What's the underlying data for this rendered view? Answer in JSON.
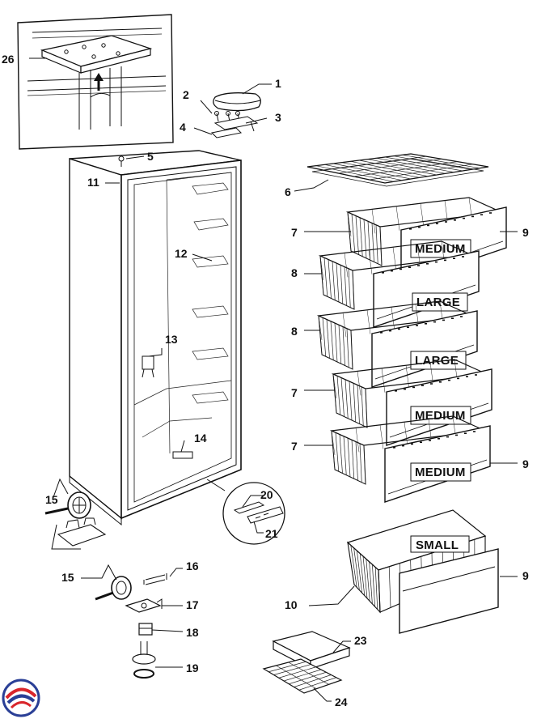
{
  "colors": {
    "line": "#111111",
    "logo_red": "#d9262b",
    "logo_blue": "#2a3f96"
  },
  "callouts": {
    "c1": "1",
    "c2": "2",
    "c3": "3",
    "c4": "4",
    "c5": "5",
    "c6": "6",
    "c7a": "7",
    "c7b": "7",
    "c7c": "7",
    "c8a": "8",
    "c8b": "8",
    "c9a": "9",
    "c9b": "9",
    "c9c": "9",
    "c10": "10",
    "c11": "11",
    "c12": "12",
    "c13": "13",
    "c14": "14",
    "c15a": "15",
    "c15b": "15",
    "c16": "16",
    "c17": "17",
    "c18": "18",
    "c19": "19",
    "c20": "20",
    "c21": "21",
    "c23": "23",
    "c24": "24",
    "c26": "26"
  },
  "drawers": {
    "d1": "MEDIUM",
    "d2": "LARGE",
    "d3": "LARGE",
    "d4": "MEDIUM",
    "d5": "MEDIUM",
    "d6": "SMALL"
  },
  "logo": {
    "icon": "brand-logo-icon"
  }
}
